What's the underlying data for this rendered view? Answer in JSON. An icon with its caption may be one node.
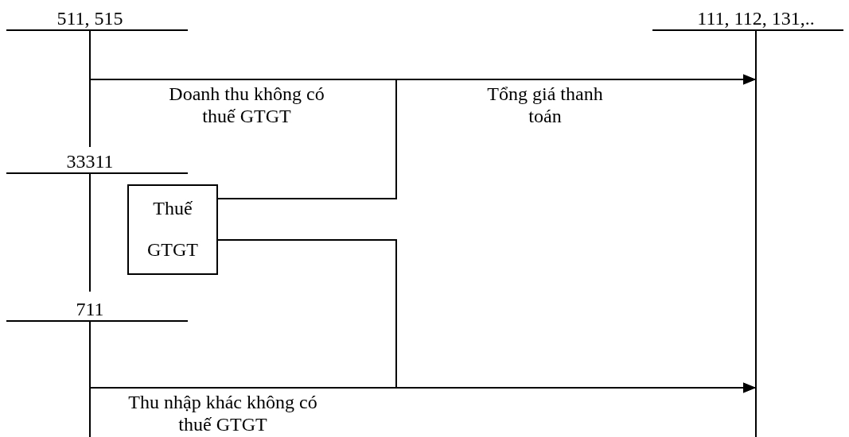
{
  "diagram": {
    "nodes": [
      {
        "text": [
          "511, 515"
        ]
      },
      {
        "text": [
          "111, 112, 131,.."
        ]
      },
      {
        "text": [
          "33311"
        ]
      },
      {
        "text": [
          "Thuế GTGT"
        ]
      },
      {
        "text": [
          "711"
        ]
      }
    ],
    "edges": [
      {
        "from": 0,
        "to": 1,
        "arrow": "to",
        "label": "Doanh thu không có thuế GTGT"
      },
      {
        "from": 3,
        "to": 1,
        "arrow": "to",
        "label": "Tổng giá thanh toán"
      },
      {
        "from": 4,
        "to": 1,
        "arrow": "to",
        "label": "Thu nhập khác không có thuế GTGT"
      },
      {
        "from": 3,
        "to": 1,
        "arrow": "to"
      }
    ]
  }
}
